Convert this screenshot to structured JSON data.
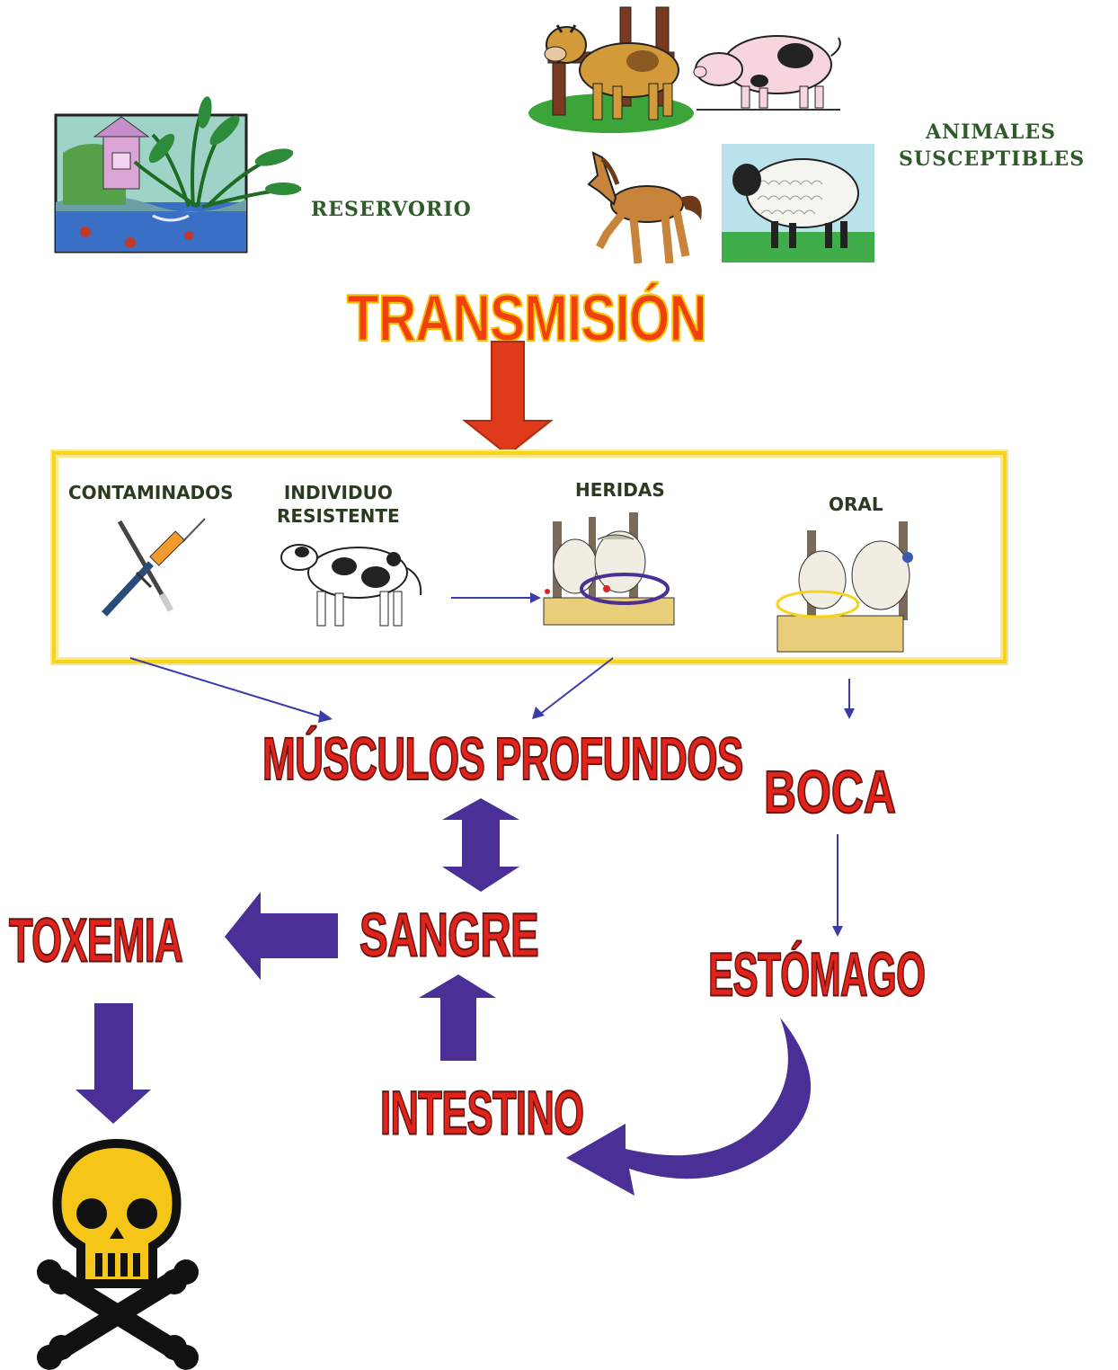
{
  "top": {
    "reservorio_label": "RESERVORIO",
    "susceptibles_label_line1": "ANIMALES",
    "susceptibles_label_line2": "SUSCEPTIBLES"
  },
  "transmision_title": "TRANSMISIÓN",
  "routes": {
    "contaminados": "CONTAMINADOS",
    "individuo_line1": "INDIVIDUO",
    "individuo_line2": "RESISTENTE",
    "heridas": "HERIDAS",
    "oral": "ORAL"
  },
  "flow": {
    "musculos": "MÚSCULOS PROFUNDOS",
    "boca": "BOCA",
    "sangre": "SANGRE",
    "toxemia": "TOXEMIA",
    "estomago": "ESTÓMAGO",
    "intestino": "INTESTINO"
  },
  "colors": {
    "flow_arrow": "#4a2f96",
    "red_text": "#e0241b",
    "box_border": "#f7d21e",
    "transmision_arrow": "#e03a1c"
  }
}
